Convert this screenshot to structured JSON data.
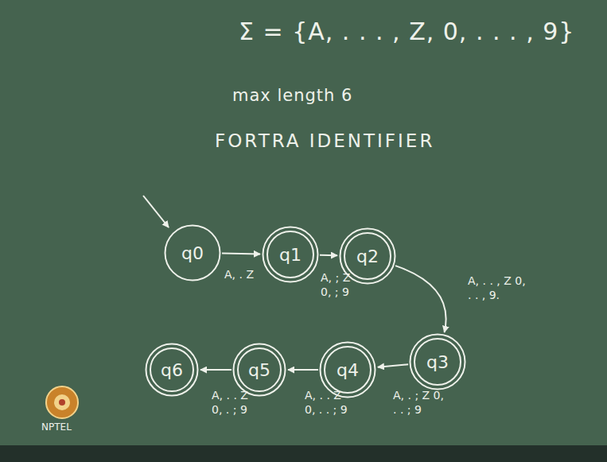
{
  "diagram": {
    "nodes": [
      {
        "text": [
          "q0"
        ]
      },
      {
        "text": [
          "q1"
        ]
      },
      {
        "text": [
          "q2"
        ]
      },
      {
        "text": [
          "q3"
        ]
      },
      {
        "text": [
          "q4"
        ]
      },
      {
        "text": [
          "q5"
        ]
      },
      {
        "text": [
          "q6"
        ]
      }
    ],
    "edges": [
      {
        "from": 0,
        "to": 1,
        "arrow": "to",
        "label": "A, . Z"
      },
      {
        "from": 1,
        "to": 2,
        "arrow": "to",
        "label": "A, ; Z 0, ; 9"
      },
      {
        "from": 2,
        "to": 3,
        "arrow": "to",
        "label": "A, . . , Z 0, . . , 9."
      },
      {
        "from": 3,
        "to": 4,
        "arrow": "to",
        "label": "A, . ; Z 0, . . ; 9"
      },
      {
        "from": 4,
        "to": 5,
        "arrow": "to",
        "label": "A, . . Z 0, . . ; 9"
      },
      {
        "from": 5,
        "to": 6,
        "arrow": "to",
        "label": "A, . . Z 0, . ; 9"
      }
    ],
    "labels": [
      "Σ = {A, . . . , Z, 0, . . . , 9}",
      "max length 6",
      "FORTRA IDENTIFIER",
      "NPTEL"
    ]
  }
}
